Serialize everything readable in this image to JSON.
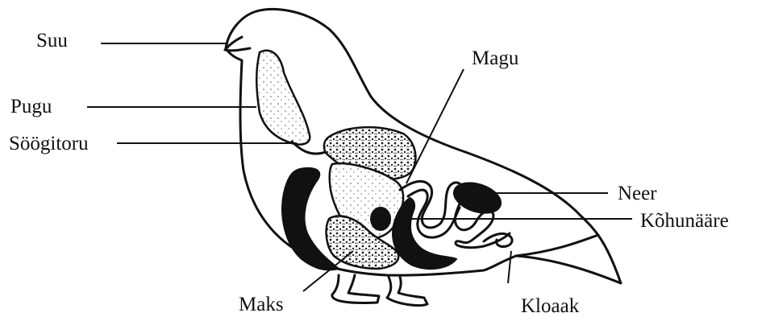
{
  "diagram": {
    "labels": {
      "suu": "Suu",
      "pugu": "Pugu",
      "soogitoru": "Söögitoru",
      "magu": "Magu",
      "neer": "Neer",
      "kohunaare": "Kõhunääre",
      "maks": "Maks",
      "kloaak": "Kloaak"
    }
  }
}
